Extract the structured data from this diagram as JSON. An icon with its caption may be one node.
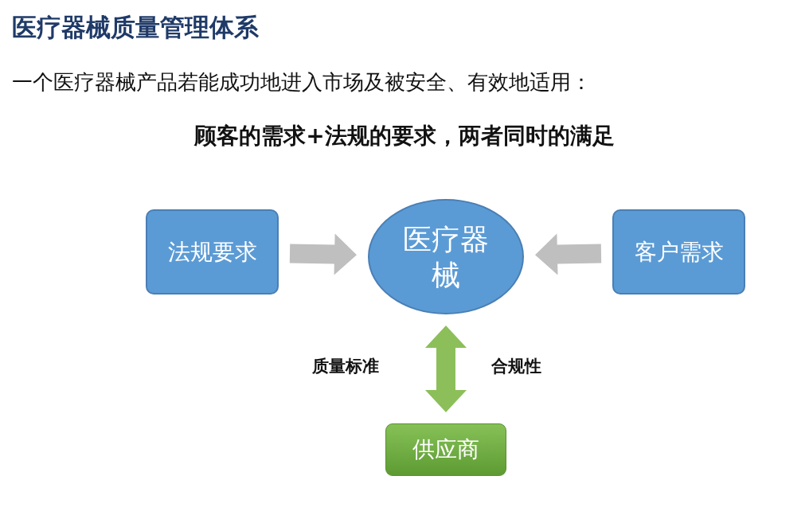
{
  "diagram": {
    "title": "医疗器械质量管理体系",
    "nodes": [
      {
        "text": [
          "法规要求"
        ]
      },
      {
        "text": [
          "医疗器械"
        ]
      },
      {
        "text": [
          "客户需求"
        ]
      },
      {
        "text": [
          "供应商"
        ]
      }
    ],
    "edges": [
      {
        "from": 0,
        "to": 1,
        "arrow": "to",
        "style": "thick",
        "color": "#bfbfbf"
      },
      {
        "from": 2,
        "to": 1,
        "arrow": "to",
        "style": "thick",
        "color": "#bfbfbf"
      },
      {
        "from": 1,
        "to": 3,
        "arrow": "both",
        "style": "thick",
        "color": "#8cbf5a",
        "label": "质量标准"
      }
    ],
    "labels": [
      "一个医疗器械产品若能成功地进入市场及被安全、有效地适用：",
      "顾客的需求+法规的要求，两者同时的满足",
      "合规性"
    ]
  }
}
